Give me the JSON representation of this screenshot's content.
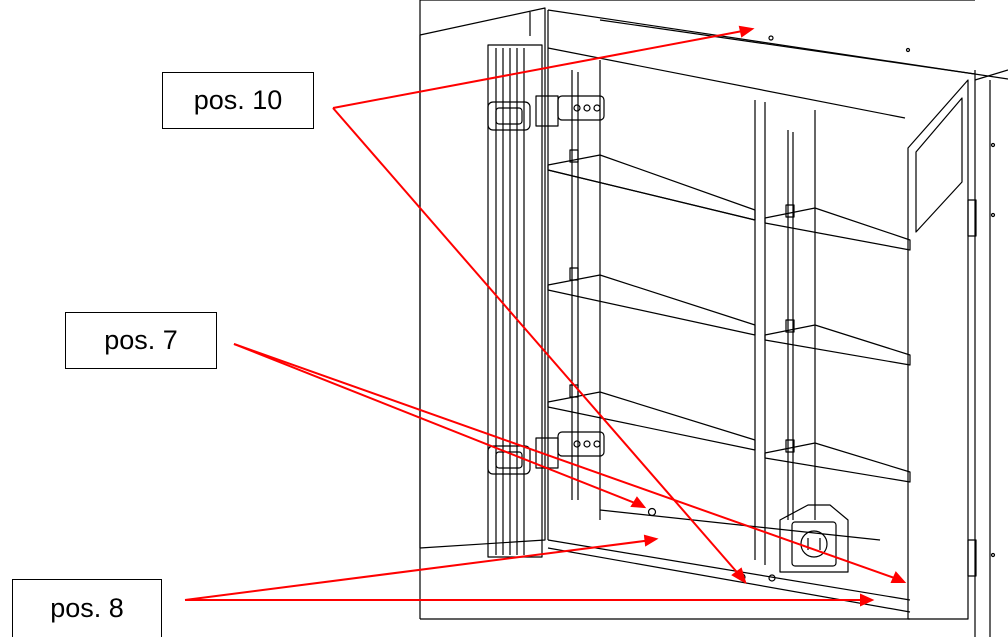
{
  "labels": {
    "pos10": "pos. 10",
    "pos7": "pos. 7",
    "pos8": "pos. 8"
  },
  "colors": {
    "leader_line": "#ff0000",
    "drawing_line": "#000000",
    "callout_border": "#000000",
    "background": "#ffffff"
  },
  "icons": [
    "hinge-icon",
    "power-outlet-icon"
  ]
}
